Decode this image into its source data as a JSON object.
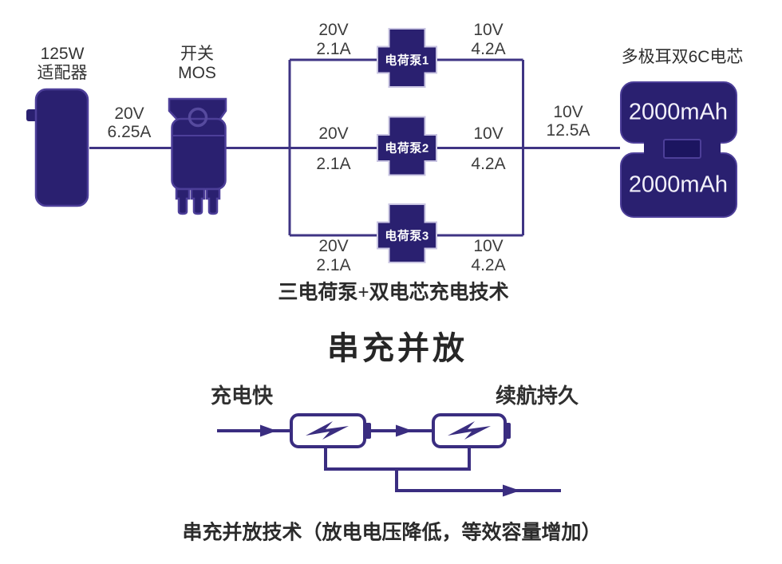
{
  "colors": {
    "component_fill": "#2a2070",
    "component_stroke": "#4d3f99",
    "pump_border": "#c9c5e2",
    "wire": "#3f3484",
    "circuit_wire": "#3a2d80",
    "label_text": "#3c3c3c",
    "caption_text": "#2b2b2b",
    "cell_text": "#f2f0fa"
  },
  "top_diagram": {
    "caption": "三电荷泵+双电芯充电技术",
    "adapter": {
      "line1": "125W",
      "line2": "适配器"
    },
    "adapter_output": {
      "volts": "20V",
      "amps": "6.25A"
    },
    "mos": {
      "line1": "开关",
      "line2": "MOS"
    },
    "pumps": [
      {
        "name": "电荷泵1",
        "input": {
          "volts": "20V",
          "amps": "2.1A"
        },
        "output": {
          "volts": "10V",
          "amps": "4.2A"
        }
      },
      {
        "name": "电荷泵2",
        "input": {
          "volts": "20V",
          "amps": "2.1A"
        },
        "output": {
          "volts": "10V",
          "amps": "4.2A"
        }
      },
      {
        "name": "电荷泵3",
        "input": {
          "volts": "20V",
          "amps": "2.1A"
        },
        "output": {
          "volts": "10V",
          "amps": "4.2A"
        }
      }
    ],
    "bus_output": {
      "volts": "10V",
      "amps": "12.5A"
    },
    "battery_pack": {
      "title": "多极耳双6C电芯",
      "cells": [
        {
          "capacity": "2000mAh"
        },
        {
          "capacity": "2000mAh"
        }
      ]
    }
  },
  "bottom_diagram": {
    "title": "串充并放",
    "left_note": "充电快",
    "right_note": "续航持久",
    "caption": "串充并放技术（放电电压降低，等效容量增加）"
  }
}
